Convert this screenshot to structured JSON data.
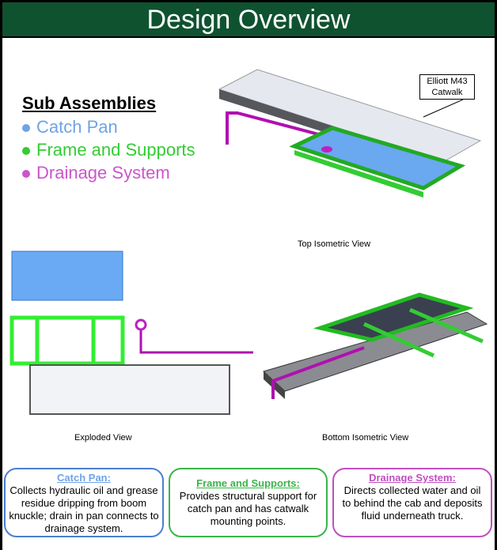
{
  "header": {
    "title": "Design Overview"
  },
  "sub_assemblies": {
    "title": "Sub Assemblies",
    "items": [
      {
        "label": "Catch Pan",
        "color": "#6fa3e6"
      },
      {
        "label": "Frame and Supports",
        "color": "#33cc33"
      },
      {
        "label": "Drainage System",
        "color": "#cc55cc"
      }
    ]
  },
  "callout": {
    "line1": "Elliott M43",
    "line2": "Catwalk"
  },
  "captions": {
    "top": "Top Isometric View",
    "exploded": "Exploded View",
    "bottom": "Bottom Isometric View"
  },
  "boxes": [
    {
      "title": "Catch Pan:",
      "text": "Collects hydraulic oil and grease residue dripping from boom knuckle; drain in pan connects to drainage system.",
      "color": "#4a7fcf"
    },
    {
      "title": "Frame and Supports:",
      "text": "Provides structural support for catch pan and has catwalk mounting points.",
      "color": "#3ab54a"
    },
    {
      "title": "Drainage System:",
      "text": "Directs collected water and oil to behind the cab and deposits fluid underneath truck.",
      "color": "#c04fc0"
    }
  ]
}
